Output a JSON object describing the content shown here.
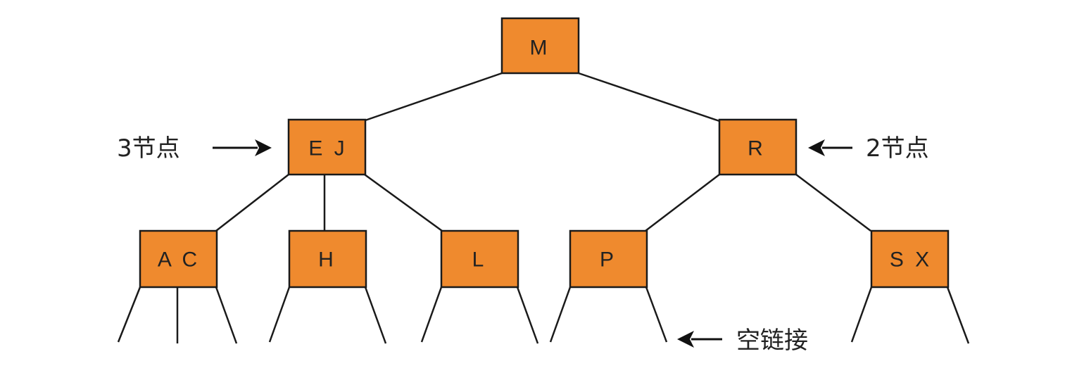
{
  "nodes": [
    {
      "id": "m",
      "label": "M"
    },
    {
      "id": "ej",
      "label": "E J"
    },
    {
      "id": "r",
      "label": "R"
    },
    {
      "id": "ac",
      "label": "A C"
    },
    {
      "id": "h",
      "label": "H"
    },
    {
      "id": "l",
      "label": "L"
    },
    {
      "id": "p",
      "label": "P"
    },
    {
      "id": "sx",
      "label": "S X"
    }
  ],
  "edges": [
    [
      "m",
      "ej"
    ],
    [
      "m",
      "r"
    ],
    [
      "ej",
      "ac"
    ],
    [
      "ej",
      "h"
    ],
    [
      "ej",
      "l"
    ],
    [
      "r",
      "p"
    ],
    [
      "r",
      "sx"
    ]
  ],
  "annotations": {
    "three_node": "3节点",
    "two_node": "2节点",
    "null_link": "空链接"
  },
  "colors": {
    "node_fill": "#ef8a2e",
    "stroke": "#1a1a1a"
  }
}
